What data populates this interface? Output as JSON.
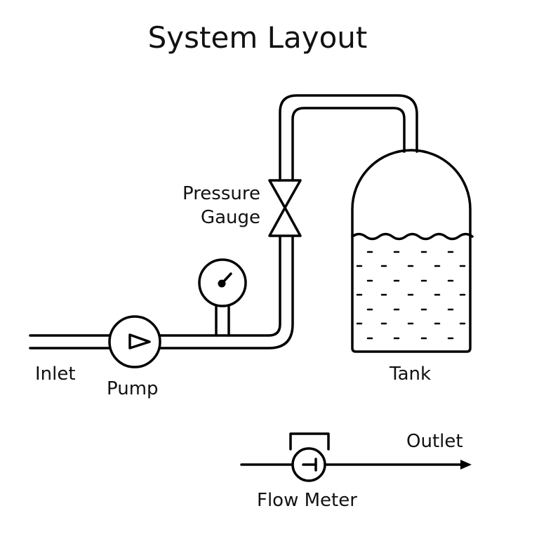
{
  "title": "System Layout",
  "labels": {
    "inlet": "Inlet",
    "pump": "Pump",
    "pressure_gauge_line1": "Pressure",
    "pressure_gauge_line2": "Gauge",
    "tank": "Tank",
    "outlet": "Outlet",
    "flow_meter": "Flow Meter"
  },
  "components": [
    {
      "id": "inlet",
      "type": "pipe-end"
    },
    {
      "id": "pump",
      "type": "pump",
      "icon": "triangle-right"
    },
    {
      "id": "pressure-gauge-dial",
      "type": "gauge"
    },
    {
      "id": "valve",
      "type": "gate-valve"
    },
    {
      "id": "tank",
      "type": "vessel",
      "contents": "liquid"
    },
    {
      "id": "flow-meter",
      "type": "meter"
    },
    {
      "id": "outlet",
      "type": "arrow"
    }
  ],
  "connections": [
    [
      "inlet",
      "pump"
    ],
    [
      "pump",
      "pressure-gauge-dial"
    ],
    [
      "pressure-gauge-dial",
      "valve"
    ],
    [
      "valve",
      "tank"
    ],
    [
      "flow-meter",
      "outlet"
    ]
  ],
  "colors": {
    "stroke": "#000000",
    "background": "#ffffff",
    "text": "#111111"
  }
}
